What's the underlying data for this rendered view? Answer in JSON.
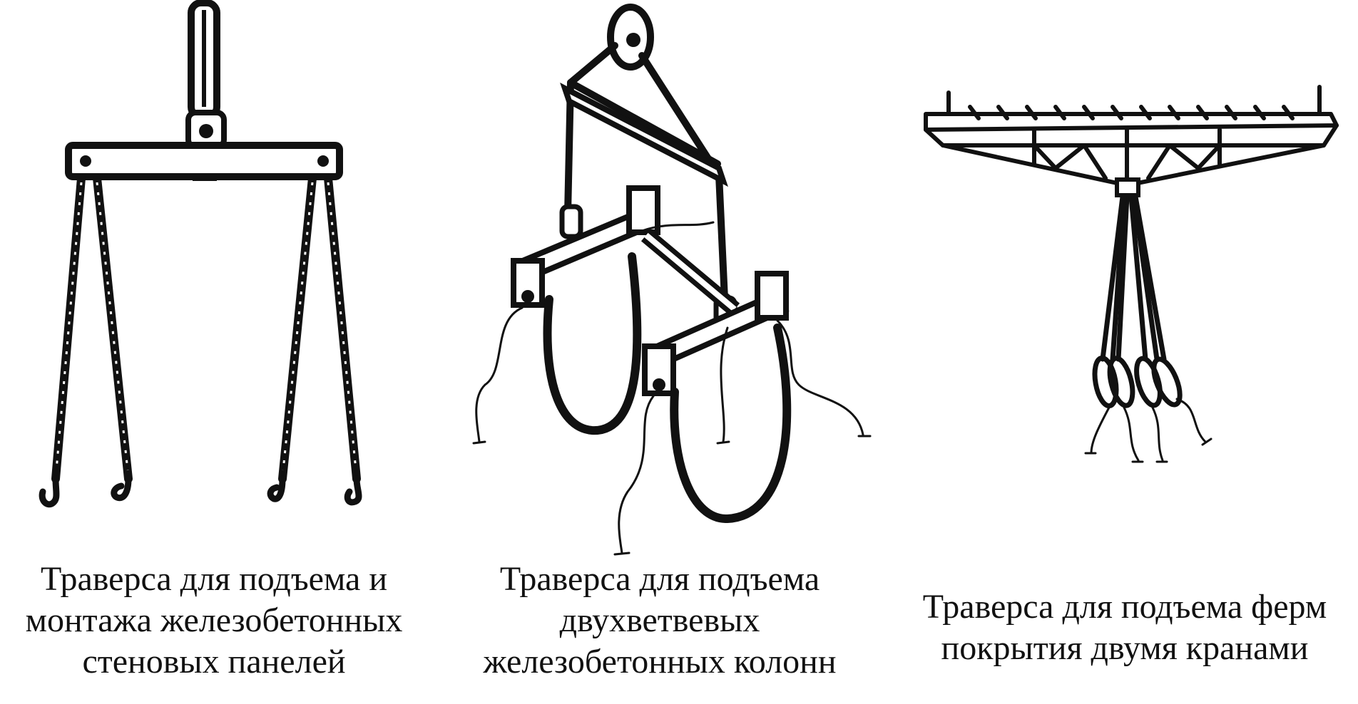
{
  "panels": [
    {
      "name": "wall-panel-traverse",
      "caption_lines": [
        "Траверса для подъема и",
        "монтажа железобетонных",
        "стеновых панелей"
      ]
    },
    {
      "name": "column-traverse",
      "caption_lines": [
        "Траверса для подъема",
        "двухветвевых",
        "железобетонных колонн"
      ]
    },
    {
      "name": "truss-traverse",
      "caption_lines": [
        "Траверса для подъема ферм",
        "покрытия двумя кранами"
      ]
    }
  ],
  "colors": {
    "ink": "#111111",
    "background": "#ffffff"
  }
}
